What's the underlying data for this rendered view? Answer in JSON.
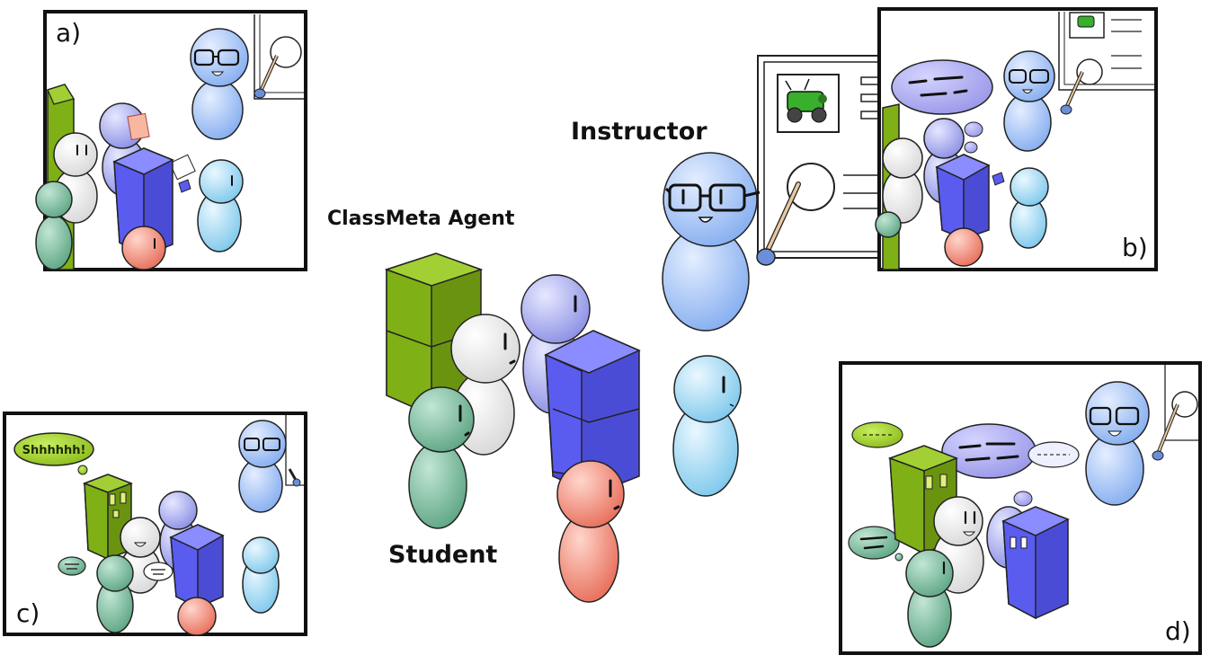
{
  "labels": {
    "instructor": "Instructor",
    "agent": "ClassMeta Agent",
    "student": "Student"
  },
  "panels": {
    "a": "a)",
    "b": "b)",
    "c": "c)",
    "d": "d)"
  },
  "bubbles": {
    "shush": "Shhhhhh!"
  },
  "colors": {
    "instructor": "#a9c8f5",
    "agent_green": "#8bbf1a",
    "agent_green_dark": "#6a9410",
    "agent_blue": "#5a5cf0",
    "student_green": "#7dc2a0",
    "student_white": "#f2f2f2",
    "student_lavender": "#a9aef0",
    "student_cyan": "#a6dcf5",
    "student_salmon": "#f08a78",
    "speech_purple": "#a9a8ee",
    "shush_bubble": "#9ccc28"
  },
  "icons": [
    "whiteboard-icon",
    "robot-car-icon",
    "pointer-stick-icon",
    "notes-icon",
    "speech-bubble-icon",
    "thought-bubble-icon"
  ]
}
